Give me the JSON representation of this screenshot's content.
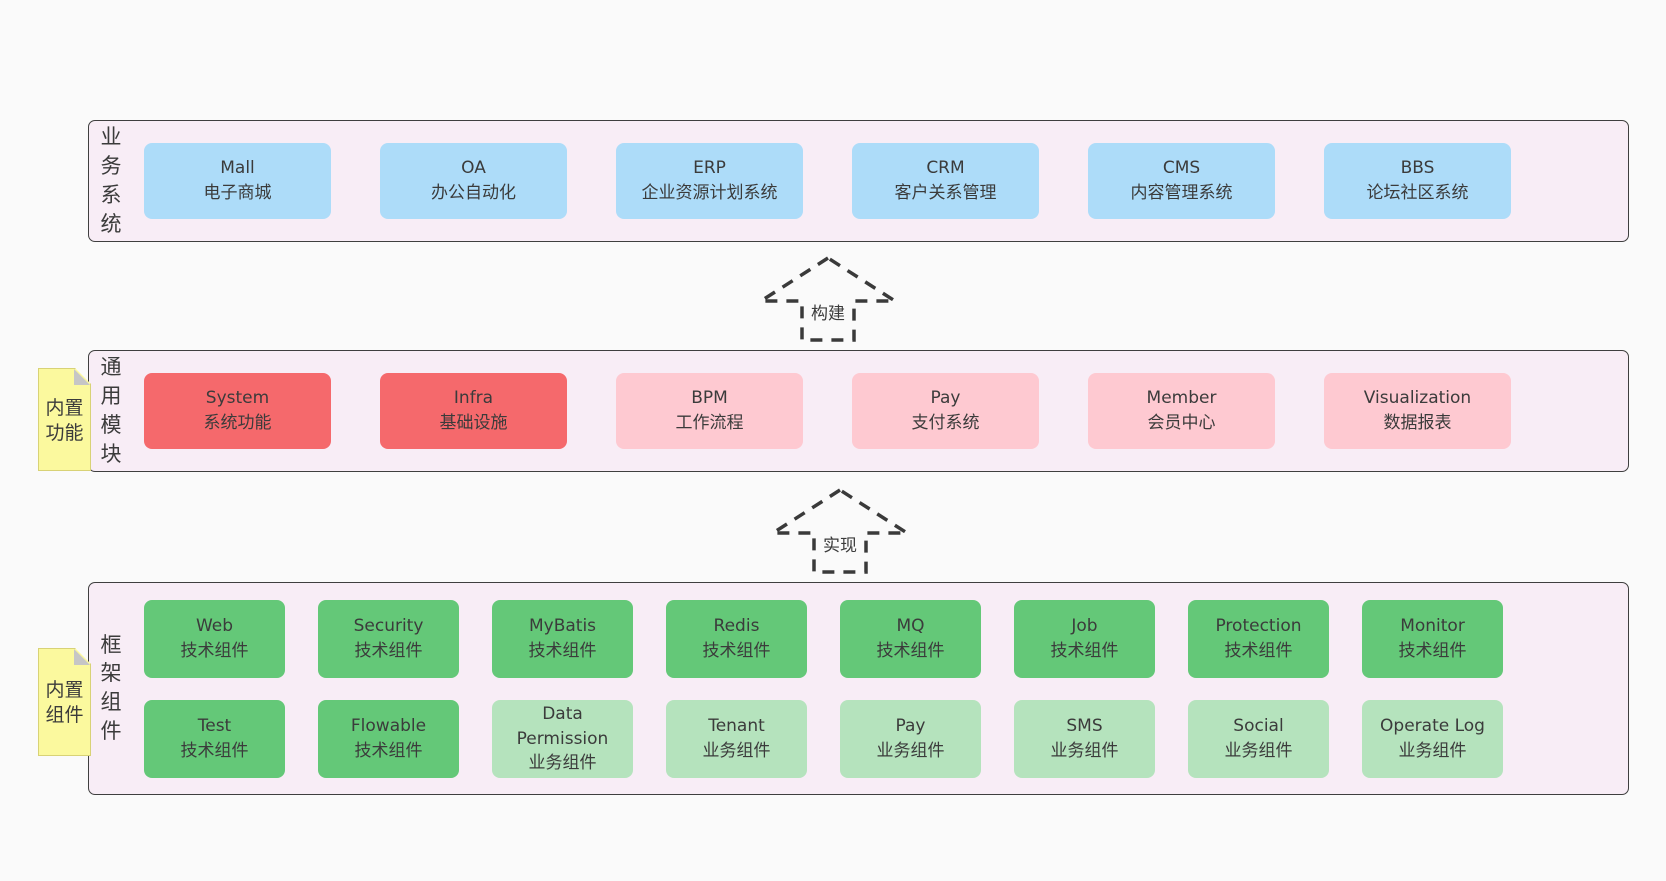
{
  "colors": {
    "page_bg": "#fafafa",
    "layer_bg": "#f8edf6",
    "layer_border": "#3f3f3f",
    "blue": "#addcf9",
    "red": "#f5696c",
    "pink": "#fec9d1",
    "green": "#64c878",
    "light_green": "#b5e3bd",
    "note_yellow": "#fbf99e",
    "text": "#3b3b3b"
  },
  "arrows": [
    {
      "label": "构建"
    },
    {
      "label": "实现"
    }
  ],
  "layers": [
    {
      "side_label": "业务系统",
      "boxes": [
        {
          "title": "Mall",
          "subtitle": "电子商城"
        },
        {
          "title": "OA",
          "subtitle": "办公自动化"
        },
        {
          "title": "ERP",
          "subtitle": "企业资源计划系统"
        },
        {
          "title": "CRM",
          "subtitle": "客户关系管理"
        },
        {
          "title": "CMS",
          "subtitle": "内容管理系统"
        },
        {
          "title": "BBS",
          "subtitle": "论坛社区系统"
        }
      ]
    },
    {
      "side_label": "通用模块",
      "note_label": "内置功能",
      "boxes": [
        {
          "title": "System",
          "subtitle": "系统功能"
        },
        {
          "title": "Infra",
          "subtitle": "基础设施"
        },
        {
          "title": "BPM",
          "subtitle": "工作流程"
        },
        {
          "title": "Pay",
          "subtitle": "支付系统"
        },
        {
          "title": "Member",
          "subtitle": "会员中心"
        },
        {
          "title": "Visualization",
          "subtitle": "数据报表"
        }
      ]
    },
    {
      "side_label": "框架组件",
      "note_label": "内置组件",
      "rows": [
        {
          "boxes": [
            {
              "title": "Web",
              "subtitle": "技术组件"
            },
            {
              "title": "Security",
              "subtitle": "技术组件"
            },
            {
              "title": "MyBatis",
              "subtitle": "技术组件"
            },
            {
              "title": "Redis",
              "subtitle": "技术组件"
            },
            {
              "title": "MQ",
              "subtitle": "技术组件"
            },
            {
              "title": "Job",
              "subtitle": "技术组件"
            },
            {
              "title": "Protection",
              "subtitle": "技术组件"
            },
            {
              "title": "Monitor",
              "subtitle": "技术组件"
            }
          ]
        },
        {
          "boxes": [
            {
              "title": "Test",
              "subtitle": "技术组件"
            },
            {
              "title": "Flowable",
              "subtitle": "技术组件"
            },
            {
              "title": "Data Permission",
              "subtitle": "业务组件"
            },
            {
              "title": "Tenant",
              "subtitle": "业务组件"
            },
            {
              "title": "Pay",
              "subtitle": "业务组件"
            },
            {
              "title": "SMS",
              "subtitle": "业务组件"
            },
            {
              "title": "Social",
              "subtitle": "业务组件"
            },
            {
              "title": "Operate Log",
              "subtitle": "业务组件"
            }
          ]
        }
      ]
    }
  ]
}
